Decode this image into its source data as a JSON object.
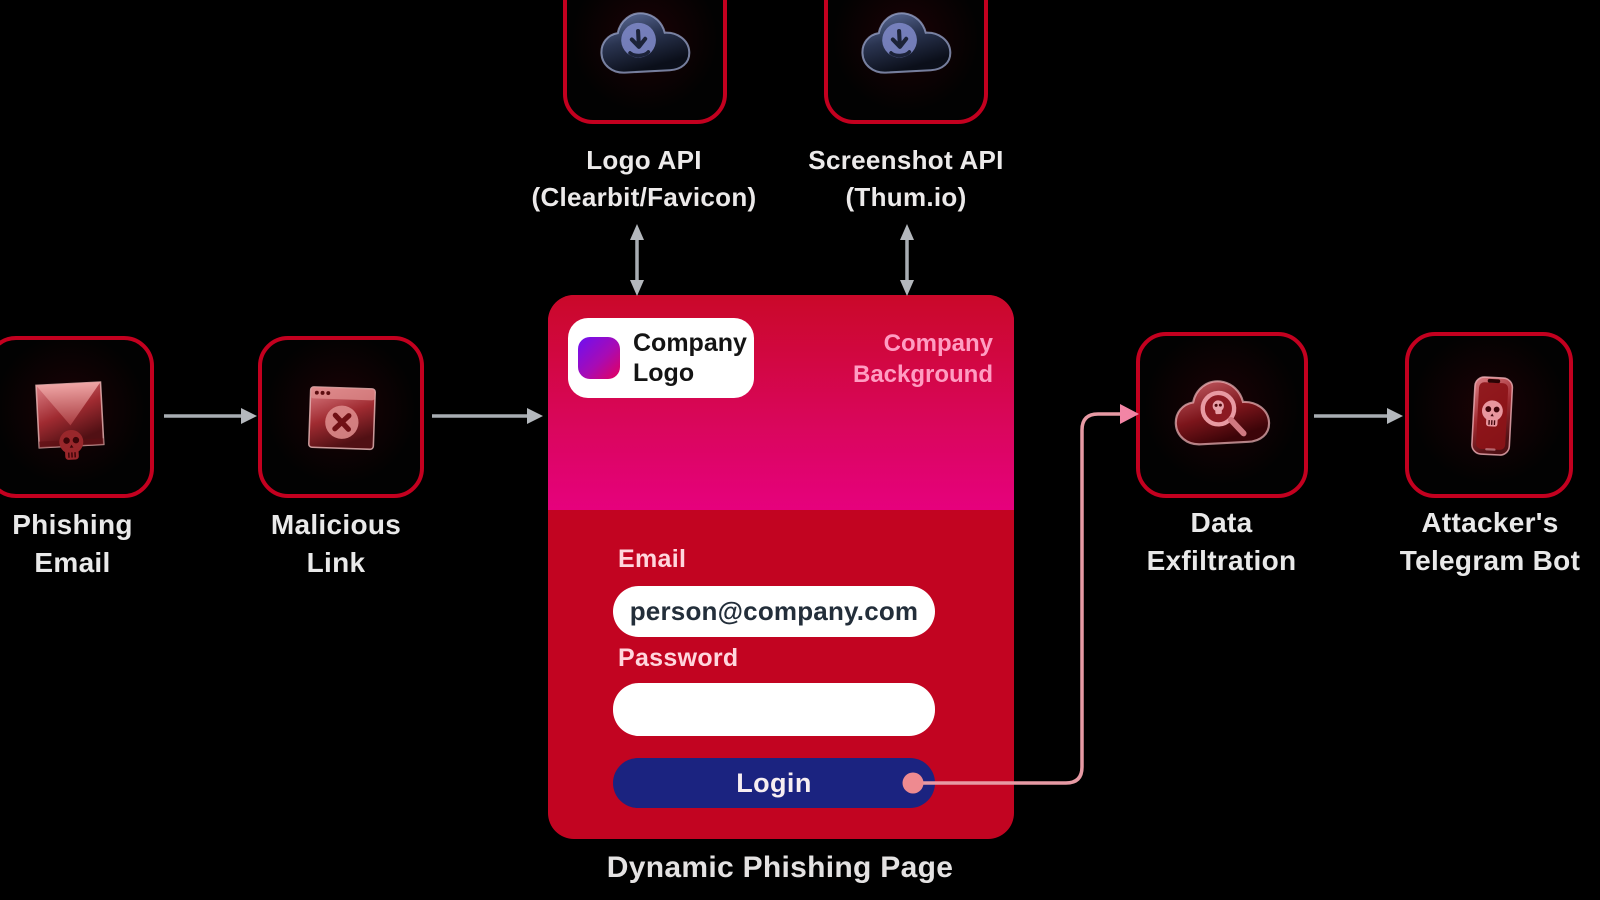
{
  "colors": {
    "background": "#000000",
    "node_border": "#c3001f",
    "card_red": "#c20421",
    "card_gradient_top": "#ca0829",
    "card_gradient_bottom": "#e6017d",
    "login_navy": "#1b2380",
    "logo_swatch_gradient": [
      "#6d10f2",
      "#e6005c"
    ],
    "label_pink": "#ffd6dd",
    "background_label_pink": "#ff9dc2",
    "gray_arrow": "#a8adb2",
    "pink_connector": "#e79aa4"
  },
  "api_nodes": [
    {
      "label": "Logo API\n(Clearbit/Favicon)",
      "icon": "cloud-download-icon"
    },
    {
      "label": "Screenshot API\n(Thum.io)",
      "icon": "cloud-download-icon"
    }
  ],
  "flow_nodes": [
    {
      "label": "Phishing\nEmail",
      "icon": "email-skull-icon"
    },
    {
      "label": "Malicious\nLink",
      "icon": "browser-x-icon"
    },
    {
      "label": "Data\nExfiltration",
      "icon": "cloud-search-skull-icon"
    },
    {
      "label": "Attacker's\nTelegram Bot",
      "icon": "phone-skull-icon"
    }
  ],
  "phishing_page": {
    "caption": "Dynamic Phishing Page",
    "logo_chip": "Company\nLogo",
    "background_placeholder": "Company\nBackground",
    "form": {
      "email_label": "Email",
      "email_value": "person@company.com",
      "password_label": "Password",
      "password_value": "",
      "login_label": "Login"
    }
  }
}
